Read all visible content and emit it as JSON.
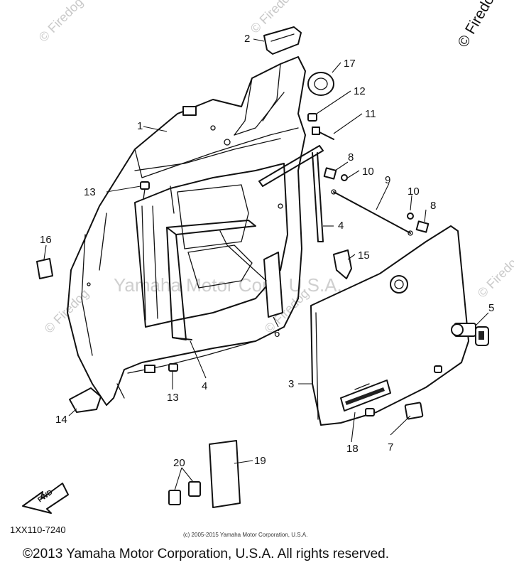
{
  "watermarks": {
    "corner": "© Firedo",
    "center": "Yamaha Motor Corp, U.S.A.",
    "repeat": "© Firedog"
  },
  "diagram_code": "1XX110-7240",
  "fwd_label": "FWD",
  "small_copyright": "(c) 2005-2015 Yamaha Motor Corporation, U.S.A.",
  "copyright": "©2013 Yamaha Motor Corporation, U.S.A. All rights reserved.",
  "callouts": {
    "c1": "1",
    "c2": "2",
    "c3": "3",
    "c4a": "4",
    "c4b": "4",
    "c5": "5",
    "c6": "6",
    "c7": "7",
    "c8a": "8",
    "c8b": "8",
    "c9": "9",
    "c10a": "10",
    "c10b": "10",
    "c11": "11",
    "c12": "12",
    "c13a": "13",
    "c13b": "13",
    "c14": "14",
    "c15": "15",
    "c16": "16",
    "c17": "17",
    "c18": "18",
    "c19": "19",
    "c20": "20"
  }
}
